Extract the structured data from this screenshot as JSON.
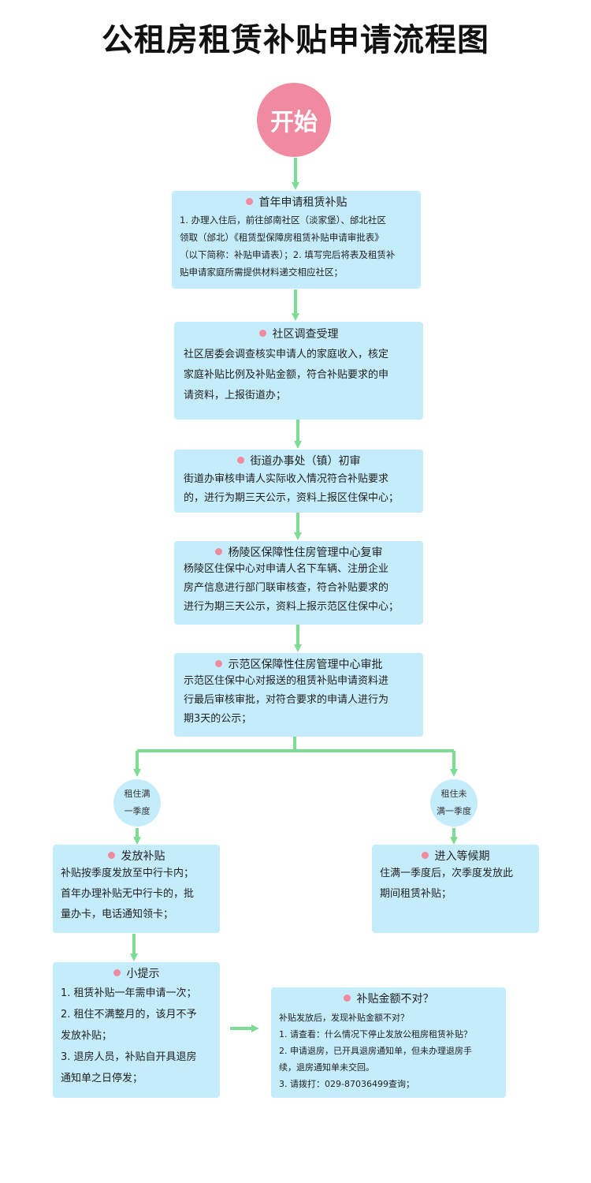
{
  "title": "公租房租赁补贴申请流程图",
  "start_label": "开始",
  "steps": [
    {
      "title": "首年申请租赁补贴",
      "body": "1. 办理入住后，前往邰南社区（淡家堡）、邰北社区\n领取（邰北）《租赁型保障房租赁补贴申请审批表》\n（以下简称：补贴申请表）；2. 填写完后将表及租赁补\n贴申请家庭所需提供材料递交相应社区；"
    },
    {
      "title": "社区调查受理",
      "body": "社区居委会调查核实申请人的家庭收入，核定\n家庭补贴比例及补贴金额，符合补贴要求的申\n请资料，上报街道办；"
    },
    {
      "title": "街道办事处（镇）初审",
      "body": "街道办审核申请人实际收入情况符合补贴要求\n的，进行为期三天公示，资料上报区住保中心；"
    },
    {
      "title": "杨陵区保障性住房管理中心复审",
      "body": "杨陵区住保中心对申请人名下车辆、注册企业\n房产信息进行部门联审核查，符合补贴要求的\n进行为期三天公示，资料上报示范区住保中心；"
    },
    {
      "title": "示范区保障性住房管理中心审批",
      "body": "示范区住保中心对报送的租赁补贴申请资料进\n行最后审核审批，对符合要求的申请人进行为\n期3天的公示；"
    }
  ],
  "branches": {
    "left": {
      "condition": "租住满\n一季度",
      "title": "发放补贴",
      "body": "补贴按季度发放至中行卡内；\n首年办理补贴无中行卡的，批\n量办卡，电话通知领卡；"
    },
    "right": {
      "condition": "租住未\n满一季度",
      "title": "进入等候期",
      "body": "住满一季度后，次季度发放此\n期间租赁补贴；"
    }
  },
  "tips": {
    "title": "小提示",
    "body": "1. 租赁补贴一年需申请一次；\n2. 租住不满整月的，该月不予\n发放补贴；\n3. 退房人员，补贴自开具退房\n通知单之日停发；"
  },
  "wrong_amount": {
    "title": "补贴金额不对？",
    "body": "补贴发放后，发现补贴金额不对？\n1. 请查看：什么情况下停止发放公租房租赁补贴？\n2. 申请退房，已开具退房通知单，但未办理退房手\n续，退房通知单未交回。\n3. 请拨打：029-87036499查询；"
  },
  "colors": {
    "accent": "#f08aa1",
    "box": "#c5ecfb",
    "arrow": "#7ddc93"
  }
}
